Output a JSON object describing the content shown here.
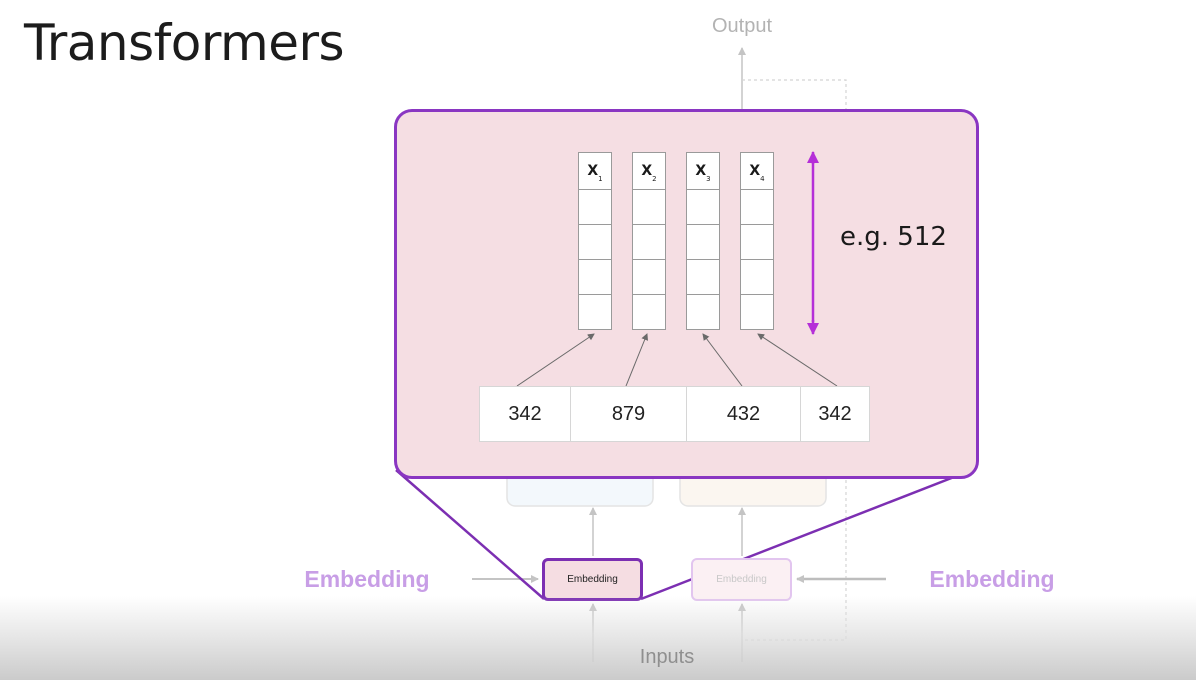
{
  "slide": {
    "title": "Transformers"
  },
  "background": {
    "output_label": "Output",
    "inputs_label": "Inputs",
    "left_side_label": "Embedding",
    "right_side_label": "Embedding",
    "left_box_label": "Embedding",
    "right_box_label": "Embedding"
  },
  "zoom": {
    "vectors": [
      {
        "letter": "X",
        "index": "1"
      },
      {
        "letter": "X",
        "index": "2"
      },
      {
        "letter": "X",
        "index": "3"
      },
      {
        "letter": "X",
        "index": "4"
      }
    ],
    "dimension_label": "e.g. 512",
    "token_ids": [
      "342",
      "879",
      "432",
      "342"
    ]
  },
  "colors": {
    "panel_fill": "#f5dee3",
    "panel_border": "#8a36c2",
    "dimension_arrow": "#b52fd8",
    "side_label": "#c89ee6"
  }
}
